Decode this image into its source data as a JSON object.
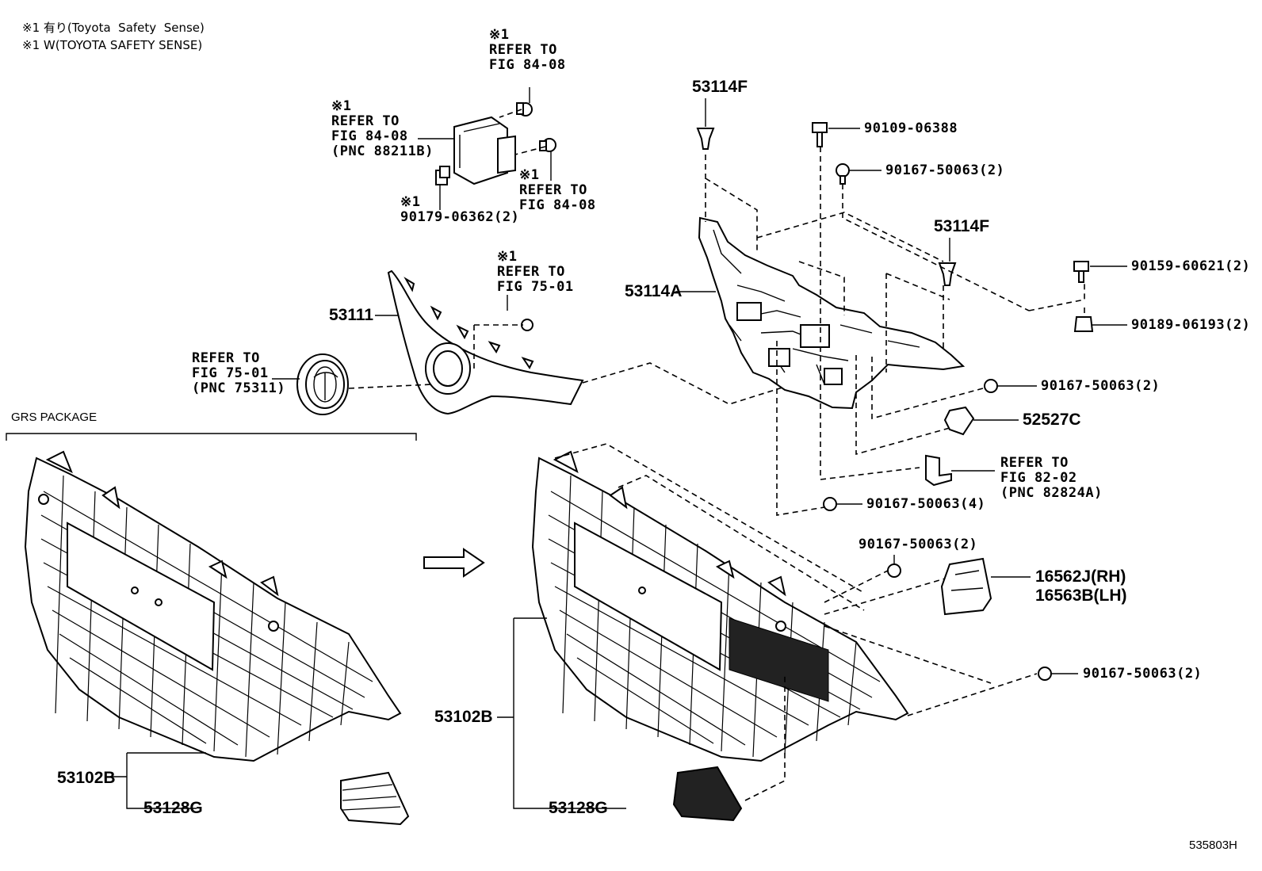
{
  "notes": {
    "line1": "※1 有り(Toyota  Safety  Sense)",
    "line2": "※1 W(TOYOTA SAFETY SENSE)"
  },
  "section_label": "GRS PACKAGE",
  "sheet_id": "535803H",
  "callouts": {
    "sensor_top": "※1\nREFER TO\nFIG 84-08",
    "sensor_left": "※1\nREFER TO\nFIG 84-08\n(PNC 88211B)",
    "sensor_right": "※1\nREFER TO\nFIG 84-08",
    "nut_sensor": "※1\n90179-06362(2)",
    "clip_upper": "※1\nREFER TO\nFIG 75-01",
    "emblem": "REFER TO\nFIG 75-01\n(PNC 75311)",
    "connector": "REFER TO\nFIG 82-02\n(PNC 82824A)"
  },
  "parts": {
    "p53114F_a": "53114F",
    "p53114F_b": "53114F",
    "p53114A": "53114A",
    "p53111": "53111",
    "p52527C": "52527C",
    "p16562J": "16562J(RH)",
    "p16563B": "16563B(LH)",
    "p53102B_left": "53102B",
    "p53128G_left": "53128G",
    "p53102B_right": "53102B",
    "p53128G_right": "53128G"
  },
  "fasteners": {
    "f1": "90109-06388",
    "f2": "90167-50063(2)",
    "f3": "90159-60621(2)",
    "f4": "90189-06193(2)",
    "f5": "90167-50063(2)",
    "f6": "90167-50063(4)",
    "f7": "90167-50063(2)",
    "f8": "90167-50063(2)"
  }
}
